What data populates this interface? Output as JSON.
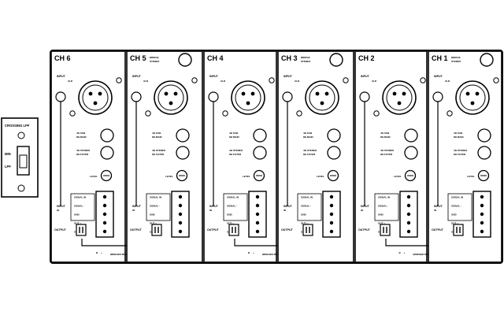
{
  "side_panel": {
    "title": "CROSSING LPF",
    "switch_top": "MIN",
    "switch_bottom": "LPF"
  },
  "modules": [
    {
      "name": "CH 6",
      "has_switch": false
    },
    {
      "name": "CH 5",
      "has_switch": true
    },
    {
      "name": "CH 4",
      "has_switch": false
    },
    {
      "name": "CH 3",
      "has_switch": true
    },
    {
      "name": "CH 2",
      "has_switch": false
    },
    {
      "name": "CH 1",
      "has_switch": true
    }
  ],
  "labels": {
    "switch_top": "BRIDGE",
    "switch_bottom": "STEREO",
    "input": "INPUT",
    "input_sub": "XLR",
    "gnd": "GND",
    "led1_a": "4Ω SUB",
    "led1_b": "8Ω MAIN",
    "led2_a": "4Ω STEREO",
    "led2_b": "8Ω FILTER",
    "level": "LEVEL",
    "term": [
      "SIGNAL IN",
      "SIGNAL -",
      "GND",
      "OUT +",
      "OUT -"
    ],
    "input_term": "INPUT",
    "input_term_sub": "IN",
    "output": "OUTPUT",
    "bridge_a": "B",
    "bridge_b": "+",
    "bridged_mode": "BRIDGED MODE"
  }
}
